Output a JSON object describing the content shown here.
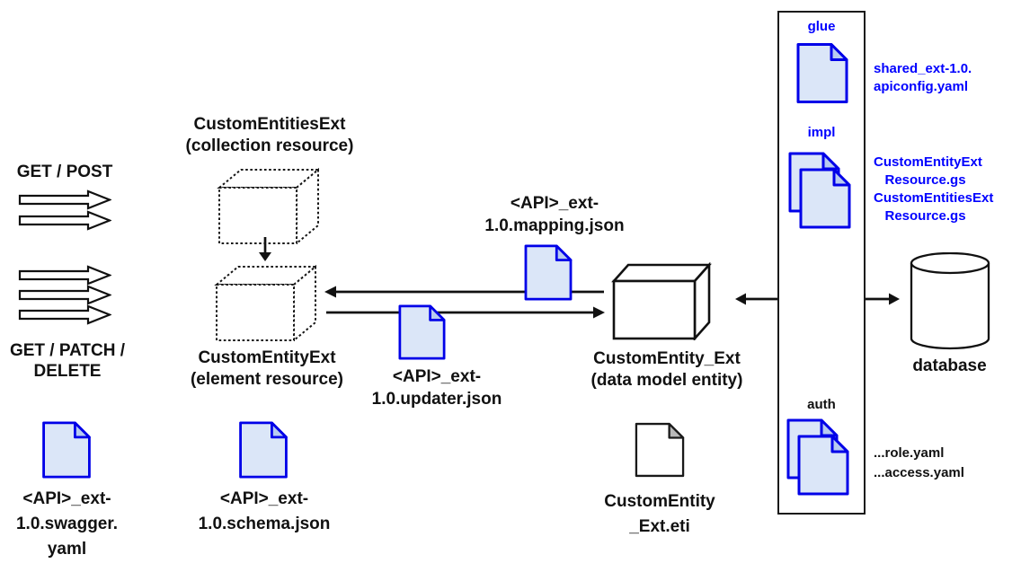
{
  "left": {
    "get_post": "GET / POST",
    "get_patch_delete": "GET / PATCH /\nDELETE"
  },
  "resources": {
    "collection_title": "CustomEntitiesExt\n(collection resource)",
    "element_label": "CustomEntityExt\n(element resource)",
    "data_model_label": "CustomEntity_Ext\n(data model entity)"
  },
  "files": {
    "mapping": "<API>_ext-\n1.0.mapping.json",
    "updater": "<API>_ext-\n1.0.updater.json",
    "swagger": "<API>_ext-\n1.0.swagger.\nyaml",
    "schema": "<API>_ext-\n1.0.schema.json",
    "eti": "CustomEntity\n_Ext.eti"
  },
  "panel": {
    "glue_label": "glue",
    "glue_files": "shared_ext-1.0.\napiconfig.yaml",
    "impl_label": "impl",
    "impl_files": "CustomEntityExt\n   Resource.gs\nCustomEntitiesExt\n   Resource.gs",
    "auth_label": "auth",
    "auth_files": "...role.yaml\n...access.yaml"
  },
  "database_label": "database",
  "colors": {
    "file_fill": "#dbe6f8",
    "file_stroke": "#0000e8",
    "file_fold": "#b8cbf0",
    "blue_text": "#0000ff",
    "outline": "#111111"
  }
}
